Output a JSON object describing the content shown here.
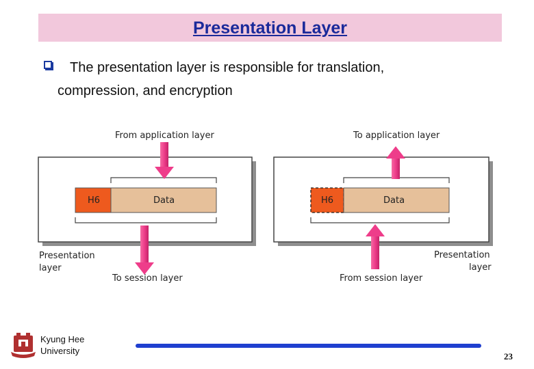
{
  "title": "Presentation Layer",
  "bullet": {
    "line1": "The presentation layer is responsible for translation,",
    "line2": "compression, and encryption"
  },
  "diagram": {
    "sender": {
      "top_label": "From application layer",
      "header": "H6",
      "data": "Data",
      "side_label_line1": "Presentation",
      "side_label_line2": "layer",
      "bottom_label": "To session layer"
    },
    "receiver": {
      "top_label": "To application layer",
      "header": "H6",
      "data": "Data",
      "side_label_line1": "Presentation",
      "side_label_line2": "layer",
      "bottom_label": "From session layer"
    },
    "colors": {
      "header": "#ee5a1e",
      "data": "#e6c09a",
      "arrow": "#ee3d8a",
      "box_border": "#444444"
    }
  },
  "footer": {
    "university_line1": "Kyung Hee",
    "university_line2": "University",
    "page_number": "23"
  }
}
